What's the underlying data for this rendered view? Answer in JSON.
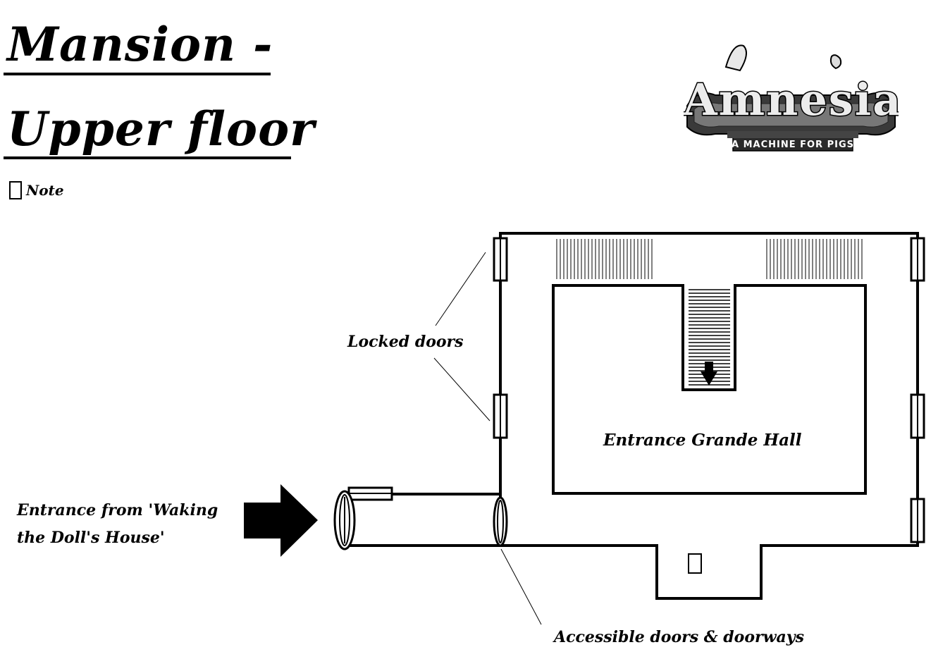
{
  "title": {
    "line1": "Mansion -",
    "line2": "Upper floor"
  },
  "legend": {
    "note_label": "Note",
    "note_icon": "note-box-icon"
  },
  "logo": {
    "main_text": "Amnesia",
    "subtitle": "A MACHINE FOR PIGS"
  },
  "labels": {
    "locked_doors": "Locked doors",
    "room_name": "Entrance Grande Hall",
    "entrance_line1": "Entrance from 'Waking",
    "entrance_line2": "the Doll's House'",
    "accessible": "Accessible doors & doorways"
  },
  "icons": {
    "entrance_arrow": "arrow-right-icon",
    "stairs_down_arrow": "arrow-down-icon"
  }
}
